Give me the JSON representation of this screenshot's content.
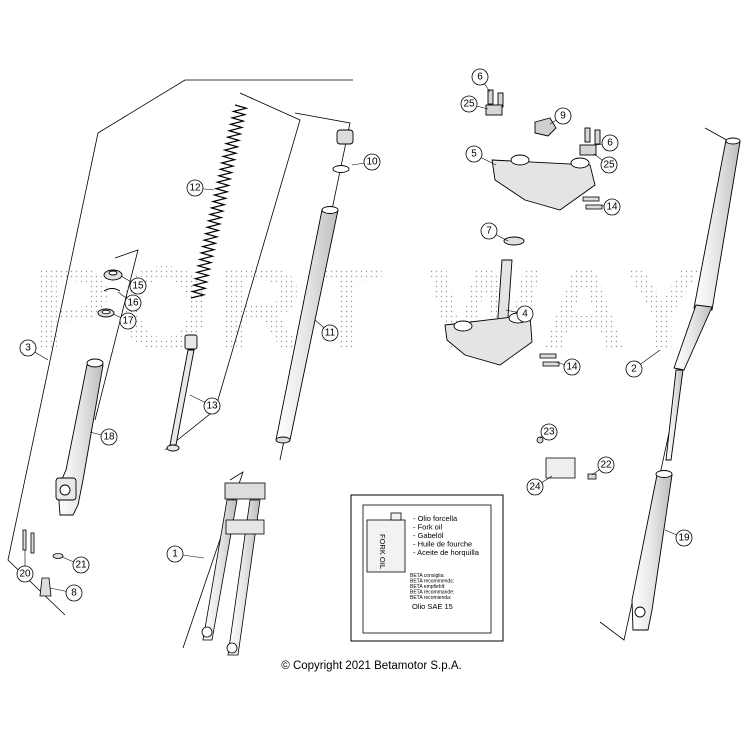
{
  "watermark": "PORT WAY",
  "callouts": [
    "1",
    "2",
    "3",
    "4",
    "5",
    "6",
    "6",
    "7",
    "8",
    "9",
    "10",
    "11",
    "12",
    "13",
    "14",
    "14",
    "15",
    "16",
    "17",
    "18",
    "19",
    "20",
    "21",
    "22",
    "23",
    "24",
    "25",
    "25"
  ],
  "oil_box": {
    "can_label": "FORK OIL",
    "languages": [
      "- Olio forcella",
      "- Fork oil",
      "- Gabelöl",
      "- Huile de fourche",
      "- Aceite de horquilla"
    ],
    "recommendations": [
      "BETA consiglia:",
      "BETA recommends:",
      "BETA empfiehlt:",
      "BETA recommande:",
      "BETA recomienda:"
    ],
    "oil_spec": "Olio SAE 15"
  },
  "copyright": "© Copyright 2021 Betamotor S.p.A.",
  "colors": {
    "line": "#000000",
    "watermark_dots": "#9a9a9a",
    "part_fill": "#ffffff",
    "shade": "#cfcfcf"
  }
}
